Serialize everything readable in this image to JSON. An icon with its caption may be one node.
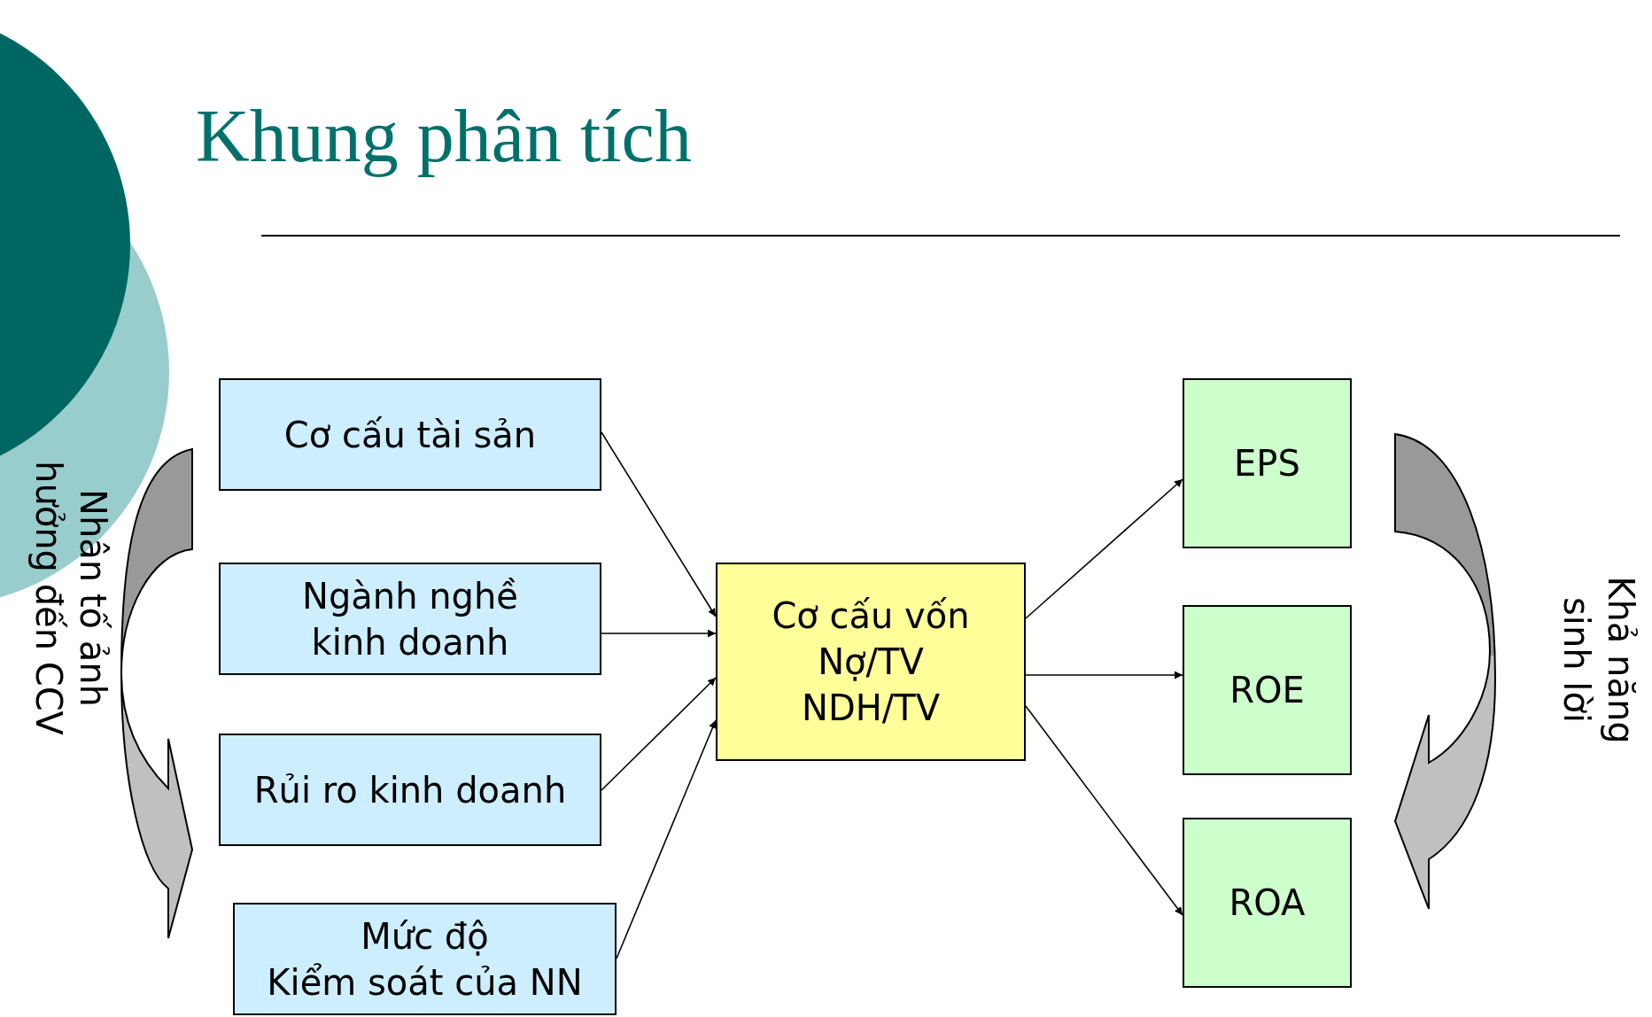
{
  "diagram": {
    "title": "Khung phân tích",
    "nodes": [
      {
        "text": [
          "Cơ cấu tài sản"
        ]
      },
      {
        "text": [
          "Ngành nghề kinh doanh"
        ]
      },
      {
        "text": [
          "Rủi ro kinh doanh"
        ]
      },
      {
        "text": [
          "Mức độ",
          "Kiểm soát của NN"
        ]
      },
      {
        "text": [
          "Cơ cấu vốn Nợ/TV NDH/TV"
        ]
      },
      {
        "text": [
          "EPS"
        ]
      },
      {
        "text": [
          "ROE"
        ]
      },
      {
        "text": [
          "ROA"
        ]
      }
    ],
    "edges": [
      {
        "from": 0,
        "to": 4,
        "arrow": "to"
      },
      {
        "from": 1,
        "to": 4,
        "arrow": "to"
      },
      {
        "from": 2,
        "to": 4,
        "arrow": "to"
      },
      {
        "from": 3,
        "to": 4,
        "arrow": "to"
      },
      {
        "from": 4,
        "to": 5,
        "arrow": "to"
      },
      {
        "from": 4,
        "to": 6,
        "arrow": "to"
      },
      {
        "from": 4,
        "to": 7,
        "arrow": "to"
      }
    ],
    "labels": [
      "Nhân tố ảnh hưởng đến CCV",
      "Khả năng sinh lời"
    ]
  }
}
